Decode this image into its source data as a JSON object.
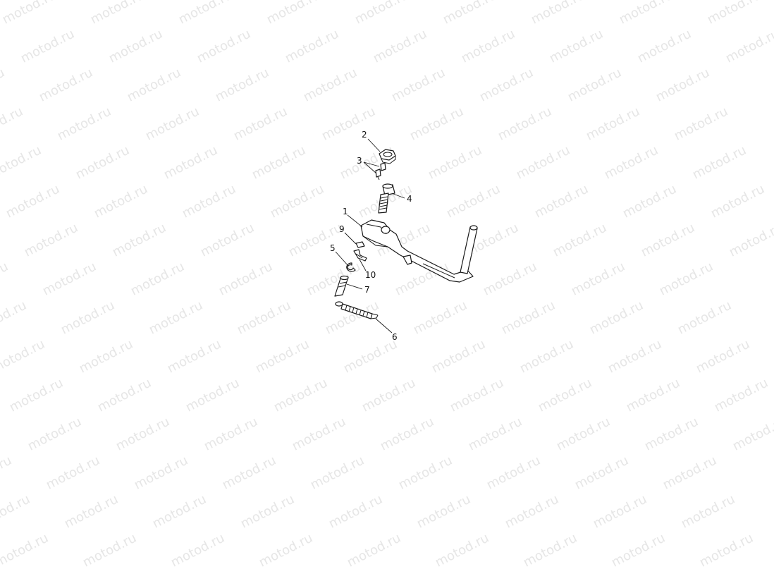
{
  "watermark": {
    "text": "motod.ru"
  },
  "callouts": {
    "c1": "1",
    "c2": "2",
    "c3": "3",
    "c4": "4",
    "c5": "5",
    "c6": "6",
    "c7": "7",
    "c9": "9",
    "c10": "10"
  },
  "colors": {
    "ink": "#1a1a1a",
    "watermark": "#e6e6e6",
    "background": "#ffffff"
  }
}
